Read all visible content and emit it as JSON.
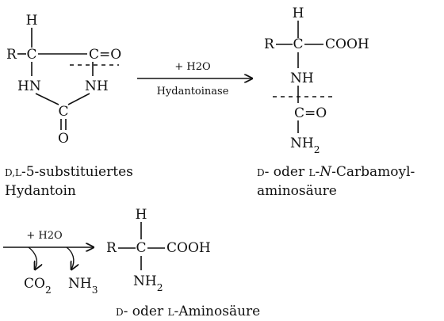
{
  "hydantoin": {
    "h": "H",
    "r": "R",
    "c": "C",
    "o_carbonyl": "C=O",
    "nh_right": "NH",
    "hn_left": "HN",
    "o_urea": "O",
    "caption_prefix": "D,L",
    "caption_line1": "-5-substituiertes",
    "caption_line2": "Hydantoin"
  },
  "step1": {
    "reagent": "+ H2O",
    "enzyme": "Hydantoinase"
  },
  "carbamoyl": {
    "h": "H",
    "r": "R",
    "c": "C",
    "cooh": "COOH",
    "nh": "NH",
    "c_o": "C=O",
    "nh2": "NH2",
    "caption_d": "D",
    "caption_mid": "- oder ",
    "caption_l": "L",
    "caption_dash": "-",
    "caption_n": "N",
    "caption_rest": "-Carbamoyl-",
    "caption_line2": "aminosäure"
  },
  "step2": {
    "reagent": "+ H2O",
    "co2": "CO2",
    "nh3": "NH3"
  },
  "aminoacid": {
    "h": "H",
    "r": "R",
    "c": "C",
    "cooh": "COOH",
    "nh2": "NH2",
    "caption_d": "D",
    "caption_mid": "- oder ",
    "caption_l": "L",
    "caption_rest": "-Aminosäure"
  }
}
